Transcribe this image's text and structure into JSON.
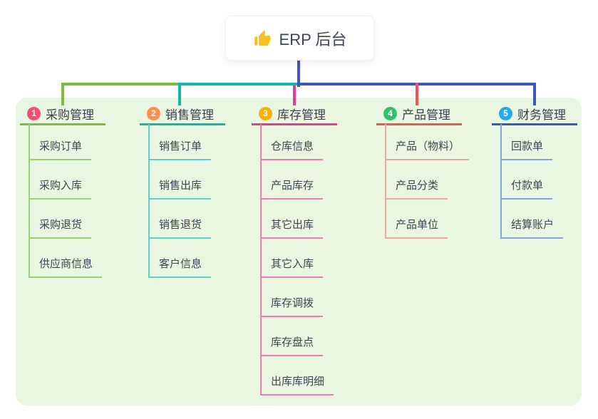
{
  "root": {
    "label": "ERP 后台",
    "icon": "thumbs-up-icon"
  },
  "panel_bg": "#e9f6e1",
  "branches": [
    {
      "index": "1",
      "label": "采购管理",
      "badge_color": "#f1516c",
      "line_color": "#7cbe3f",
      "item_line_color": "#9bd26f",
      "items": [
        "采购订单",
        "采购入库",
        "采购退货",
        "供应商信息"
      ]
    },
    {
      "index": "2",
      "label": "销售管理",
      "badge_color": "#ff8e4f",
      "line_color": "#13b8ad",
      "item_line_color": "#5fd0c7",
      "items": [
        "销售订单",
        "销售出库",
        "销售退货",
        "客户信息"
      ]
    },
    {
      "index": "3",
      "label": "库存管理",
      "badge_color": "#ffb007",
      "line_color": "#e93a91",
      "item_line_color": "#f27ab8",
      "items": [
        "仓库信息",
        "产品库存",
        "其它出库",
        "其它入库",
        "库存调拨",
        "库存盘点",
        "出库库明细"
      ]
    },
    {
      "index": "4",
      "label": "产品管理",
      "badge_color": "#2ec36b",
      "line_color": "#f05453",
      "item_line_color": "#f7a3a0",
      "items": [
        "产品（物料）",
        "产品分类",
        "产品单位"
      ]
    },
    {
      "index": "5",
      "label": "财务管理",
      "badge_color": "#29a9e9",
      "line_color": "#3d57c2",
      "item_line_color": "#8ba1dd",
      "items": [
        "回款单",
        "付款单",
        "结算账户"
      ]
    }
  ]
}
